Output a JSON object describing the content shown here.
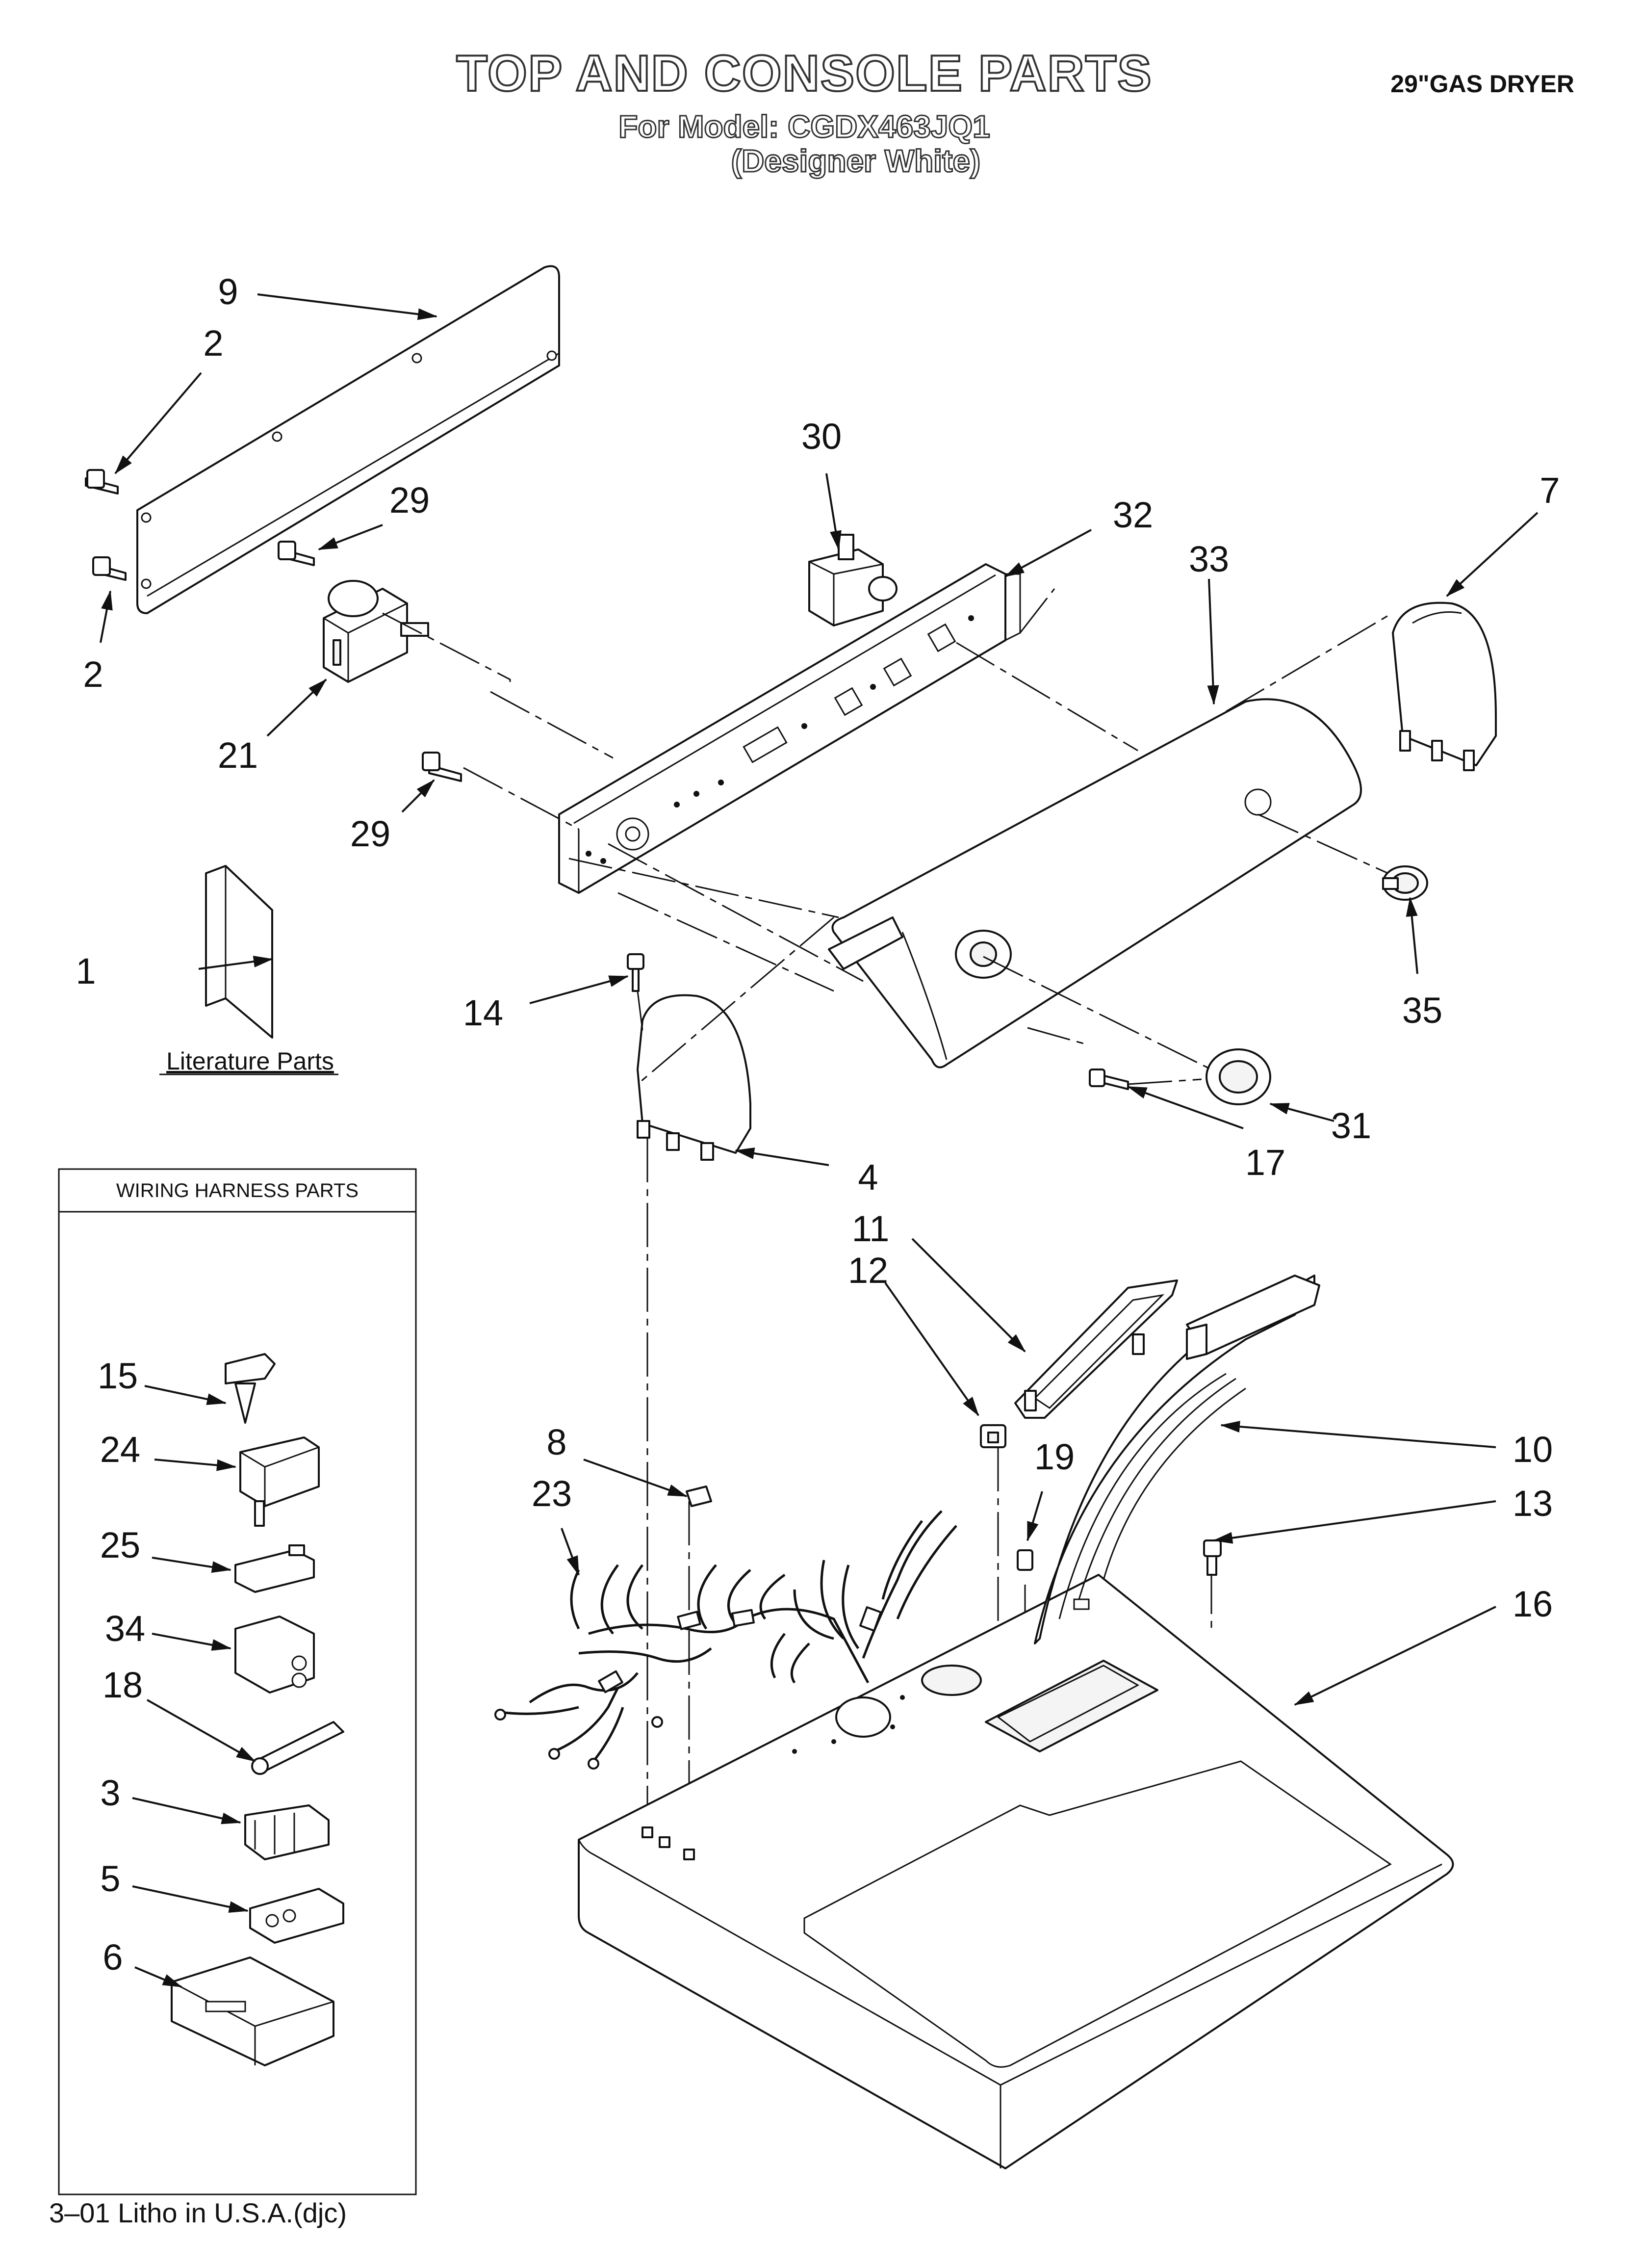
{
  "header": {
    "title": "TOP AND CONSOLE PARTS",
    "model_line": "For Model: CGDX463JQ1",
    "color_line": "(Designer White)",
    "product": "29\"GAS DRYER"
  },
  "callouts": {
    "c1": "1",
    "c2a": "2",
    "c2b": "2",
    "c3": "3",
    "c4": "4",
    "c5": "5",
    "c6": "6",
    "c7": "7",
    "c8": "8",
    "c9": "9",
    "c10": "10",
    "c11": "11",
    "c12": "12",
    "c13": "13",
    "c14": "14",
    "c15": "15",
    "c16": "16",
    "c17": "17",
    "c18": "18",
    "c19": "19",
    "c21": "21",
    "c23": "23",
    "c24": "24",
    "c25": "25",
    "c29a": "29",
    "c29b": "29",
    "c30": "30",
    "c31": "31",
    "c32": "32",
    "c33": "33",
    "c34": "34",
    "c35": "35"
  },
  "literature_label": "Literature Parts",
  "wiring_box_title": "WIRING HARNESS PARTS",
  "footer": "3–01 Litho in U.S.A.(djc)"
}
